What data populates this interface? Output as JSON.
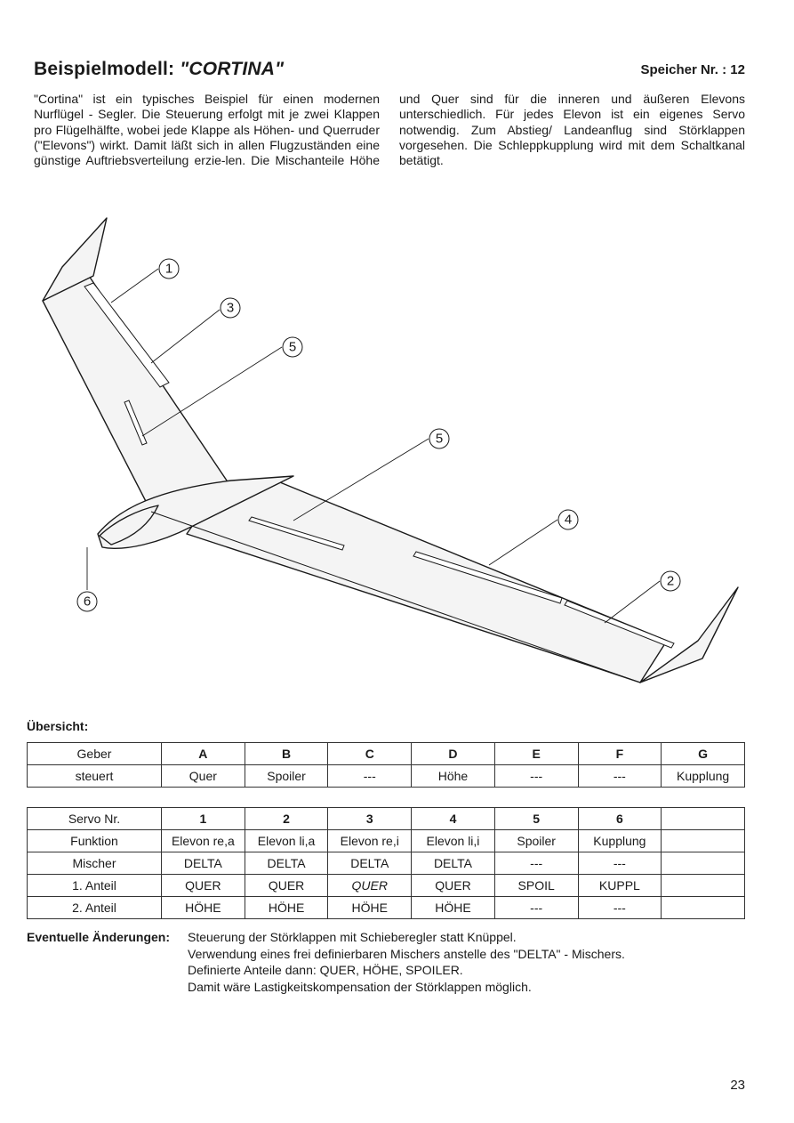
{
  "header": {
    "title_prefix": "Beispielmodell: ",
    "title_model": "\"CORTINA\"",
    "memory_label": "Speicher Nr. : 12"
  },
  "intro_text": "\"Cortina\" ist ein typisches Beispiel für einen modernen Nurflügel - Segler. Die Steuerung erfolgt mit je zwei Klappen pro Flügelhälfte, wobei jede Klappe als Höhen- und Querruder (\"Elevons\") wirkt. Damit läßt sich in allen Flugzuständen eine günstige Auftriebsverteilung erzie-len. Die Mischanteile Höhe und Quer sind für die inneren und äußeren Elevons unterschiedlich. Für jedes Elevon ist ein eigenes Servo notwendig. Zum Abstieg/ Landeanflug sind Störklappen vorgesehen. Die Schleppkupplung wird mit dem Schaltkanal betätigt.",
  "figure": {
    "callouts": [
      "1",
      "3",
      "5",
      "5",
      "4",
      "2",
      "6"
    ]
  },
  "overview_heading": "Übersicht:",
  "geber_table": {
    "rows": [
      [
        "Geber",
        "A",
        "B",
        "C",
        "D",
        "E",
        "F",
        "G"
      ],
      [
        "steuert",
        "Quer",
        "Spoiler",
        "---",
        "Höhe",
        "---",
        "---",
        "Kupplung"
      ]
    ]
  },
  "servo_table": {
    "rows": [
      [
        "Servo Nr.",
        "1",
        "2",
        "3",
        "4",
        "5",
        "6",
        ""
      ],
      [
        "Funktion",
        "Elevon re,a",
        "Elevon li,a",
        "Elevon re,i",
        "Elevon li,i",
        "Spoiler",
        "Kupplung",
        ""
      ],
      [
        "Mischer",
        "DELTA",
        "DELTA",
        "DELTA",
        "DELTA",
        "---",
        "---",
        ""
      ],
      [
        "1. Anteil",
        "QUER",
        "QUER",
        "QUER",
        "QUER",
        "SPOIL",
        "KUPPL",
        ""
      ],
      [
        "2. Anteil",
        "HÖHE",
        "HÖHE",
        "HÖHE",
        "HÖHE",
        "---",
        "---",
        ""
      ]
    ]
  },
  "changes": {
    "label": "Eventuelle Änderungen:",
    "lines": [
      "Steuerung der Störklappen mit Schieberegler statt Knüppel.",
      "Verwendung eines frei definierbaren Mischers anstelle des \"DELTA\" - Mischers.",
      "Definierte Anteile dann: QUER, HÖHE, SPOILER.",
      "Damit wäre Lastigkeitskompensation der Störklappen möglich."
    ]
  },
  "page_number": "23"
}
